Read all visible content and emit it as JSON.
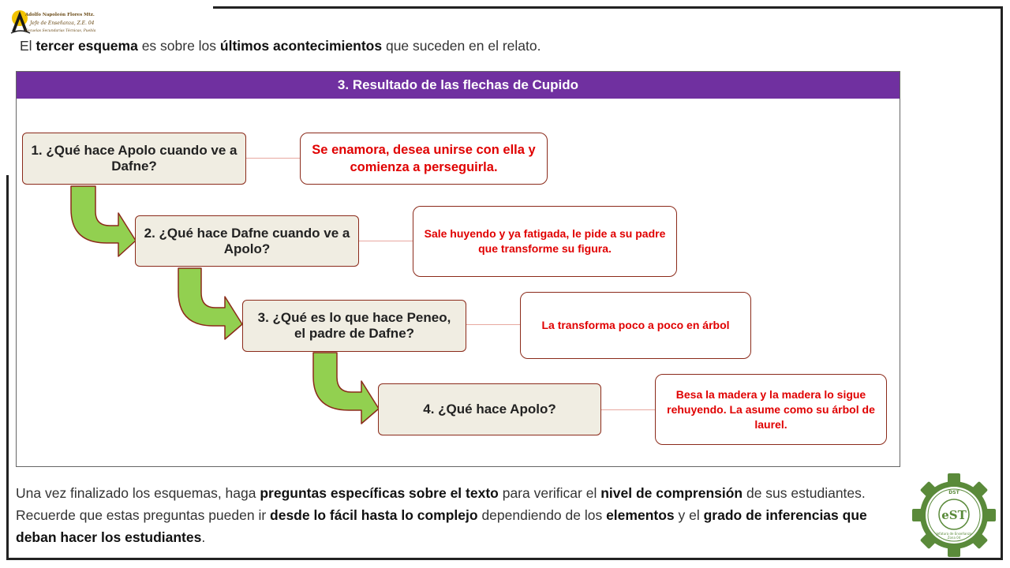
{
  "logo_left": {
    "line1": "Adolfo Napoleón Flores Mtz.",
    "line2": "Jefe de Enseñanza, Z.E. 04",
    "line3": "Escuelas Secundarias Técnicas, Puebla"
  },
  "intro": {
    "p1": "El ",
    "b1": "tercer esquema",
    "p2": " es sobre los ",
    "b2": "últimos acontecimientos",
    "p3": " que suceden en el relato."
  },
  "diagram": {
    "title": "3. Resultado de las flechas de Cupido",
    "steps": [
      {
        "question": "1. ¿Qué hace Apolo cuando ve a Dafne?",
        "answer": "Se enamora, desea unirse con ella y comienza a perseguirla."
      },
      {
        "question": "2. ¿Qué hace Dafne cuando ve a Apolo?",
        "answer": "Sale huyendo y ya fatigada, le pide a su padre que transforme su figura."
      },
      {
        "question": "3. ¿Qué es lo que hace Peneo, el padre de Dafne?",
        "answer": "La transforma poco a poco en árbol"
      },
      {
        "question": "4. ¿Qué hace Apolo?",
        "answer": "Besa la madera y la madera lo sigue rehuyendo. La asume como su árbol de laurel."
      }
    ]
  },
  "outro": {
    "p1": "Una vez finalizado los esquemas, haga ",
    "b1": "preguntas específicas sobre el texto",
    "p2": " para verificar el ",
    "b2": "nivel de comprensión",
    "p3": " de sus estudiantes. Recuerde que estas preguntas pueden ir ",
    "b3": "desde lo fácil hasta lo complejo",
    "p4": " dependiendo de los ",
    "b4": "elementos",
    "p5": " y el ",
    "b5": "grado de inferencias que deban hacer los estudiantes",
    "p6": "."
  },
  "logo_right": {
    "top_text": "DST",
    "mark": "eST",
    "caption1": "Jefatura de Enseñanza",
    "caption2": "Zona 04"
  },
  "colors": {
    "header_purple": "#7030a0",
    "answer_red": "#e00000",
    "arrow_green": "#92d050",
    "question_fill": "#f0ede2",
    "seal_green": "#5a8a3a"
  }
}
